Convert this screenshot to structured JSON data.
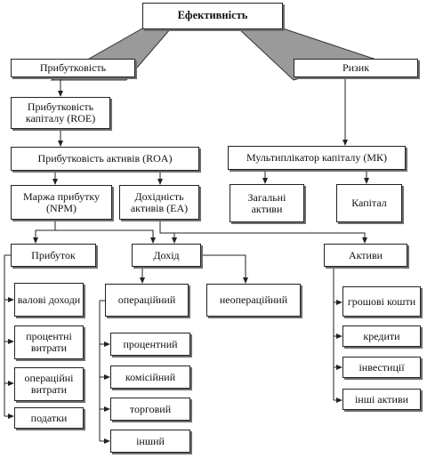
{
  "nodes": {
    "efektyvnist": "Ефективність",
    "prybutkovist": "Прибутковість",
    "ryzyk": "Ризик",
    "roe": "Прибутковість капіталу (ROE)",
    "roa": "Прибутковість активів (ROA)",
    "mk": "Мультиплікатор капіталу (МК)",
    "npm": "Маржа прибутку (NPM)",
    "ea": "Дохідність активів (EA)",
    "zahalni_aktyvy": "Загальні активи",
    "kapital": "Капітал",
    "prybutok": "Прибуток",
    "dokhid": "Дохід",
    "aktyvy": "Активи",
    "valovi_dokhody": "валові доходи",
    "protsentni_vytraty": "процентні витрати",
    "operatsiini_vytraty": "операційні витрати",
    "podatky": "податки",
    "operatsiinyi": "операційний",
    "neoperatsiinyi": "неопераційний",
    "protsentnyi": "процентний",
    "komisiinyi": "комісійний",
    "torhovyi": "торговий",
    "inshyi": "інший",
    "hroshovi_koshty": "грошові кошти",
    "kredyty": "кредити",
    "investytsii": "інвестиції",
    "inshi_aktyvy": "інші активи"
  },
  "colors": {
    "line": "#222222",
    "shadow": "#6e6e6e",
    "fan": "#9a9a9a"
  }
}
